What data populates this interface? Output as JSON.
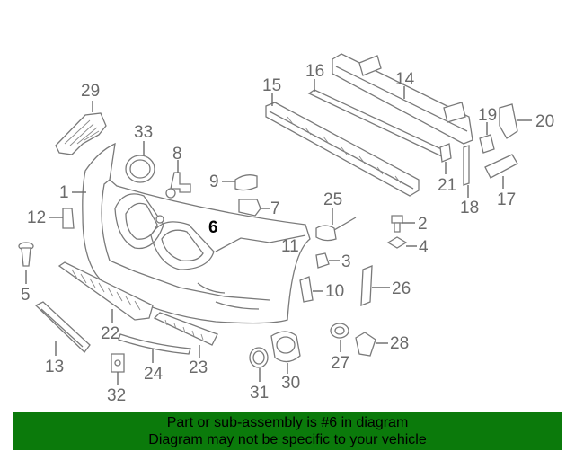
{
  "diagram": {
    "highlight_color": "#0b7a0b",
    "highlighted_part": "6",
    "callouts": [
      "1",
      "2",
      "3",
      "4",
      "5",
      "6",
      "7",
      "8",
      "9",
      "10",
      "11",
      "12",
      "13",
      "14",
      "15",
      "16",
      "17",
      "18",
      "19",
      "20",
      "21",
      "22",
      "23",
      "24",
      "25",
      "26",
      "27",
      "28",
      "29",
      "30",
      "31",
      "32",
      "33"
    ]
  },
  "banner": {
    "line1": "Part or sub-assembly is #6 in diagram",
    "line2": "Diagram may not be specific to your vehicle",
    "background": "#0b7a0b"
  }
}
